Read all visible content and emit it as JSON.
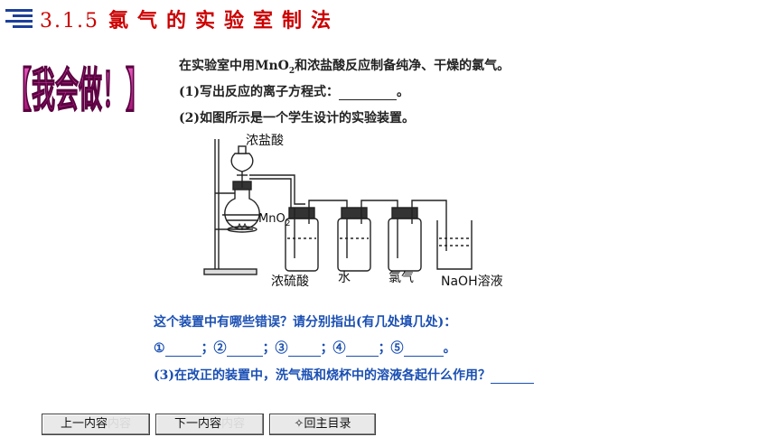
{
  "header": {
    "section_number": "3.1.5",
    "section_title": "氯气的实验室制法"
  },
  "badge": {
    "text": "【我会做！】"
  },
  "question": {
    "intro_pre": "在实验室中用MnO",
    "intro_sub": "2",
    "intro_post": "和浓盐酸反应制备纯净、干燥的氯气。",
    "part1": "(1)写出反应的离子方程式：",
    "part1_end": "。",
    "part2": "(2)如图所示是一个学生设计的实验装置。",
    "errors_prompt": "这个装置中有哪些错误？请分别指出(有几处填几处)：",
    "blanks_line": [
      "①",
      "；②",
      "；③",
      "；④",
      "；⑤",
      "。"
    ],
    "part3": "(3)在改正的装置中，洗气瓶和烧杯中的溶液各起什么作用？"
  },
  "diagram": {
    "label_hcl": "浓盐酸",
    "label_mno2": "MnO",
    "label_mno2_sub": "2",
    "label_h2so4": "浓硫酸",
    "label_water": "水",
    "label_cl2": "氯气",
    "label_naoh": "NaOH溶液"
  },
  "nav": {
    "prev": "上一内容",
    "prev_ghost": "内容",
    "next": "下一内容",
    "next_ghost": "内容",
    "home": "✧回主目录"
  },
  "colors": {
    "title_red": "#cc0000",
    "badge_magenta": "#c0148a",
    "question_blue": "#1a4fb3",
    "menu_blue": "#1c3f9a"
  }
}
